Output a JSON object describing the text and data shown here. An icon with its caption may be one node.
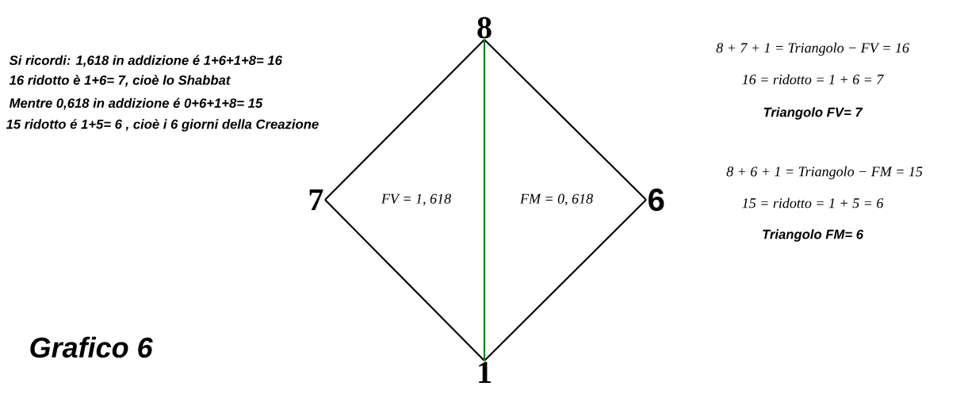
{
  "diagram": {
    "nodes": [
      {
        "text": [
          "8"
        ]
      },
      {
        "text": [
          "7"
        ]
      },
      {
        "text": [
          "6"
        ]
      },
      {
        "text": [
          "1"
        ]
      }
    ],
    "edges": [
      {
        "from": 0,
        "to": 1,
        "arrow": "none"
      },
      {
        "from": 1,
        "to": 3,
        "arrow": "none"
      },
      {
        "from": 3,
        "to": 2,
        "arrow": "none"
      },
      {
        "from": 2,
        "to": 0,
        "arrow": "none"
      },
      {
        "from": 0,
        "to": 3,
        "arrow": "none",
        "color": "#008000"
      }
    ],
    "labels": [
      "Si ricordi: 1,618 in addizione é 1+6+1+8= 16",
      "16 ridotto è 1+6= 7, cioè lo Shabbat",
      "Mentre 0,618 in addizione é 0+6+1+8= 15",
      "15 ridotto é 1+5= 6 , cioè i 6 giorni della Creazione",
      "8 + 7 + 1 = Triangolo − FV = 16",
      "16 = ridotto = 1 + 6 = 7",
      "Triangolo FV= 7",
      "FV = 1, 618",
      "FM = 0, 618",
      "8 + 6 + 1 = Triangolo − FM = 15",
      "15 = ridotto = 1 + 5 = 6",
      "Triangolo FM= 6",
      "Grafico 6"
    ]
  }
}
